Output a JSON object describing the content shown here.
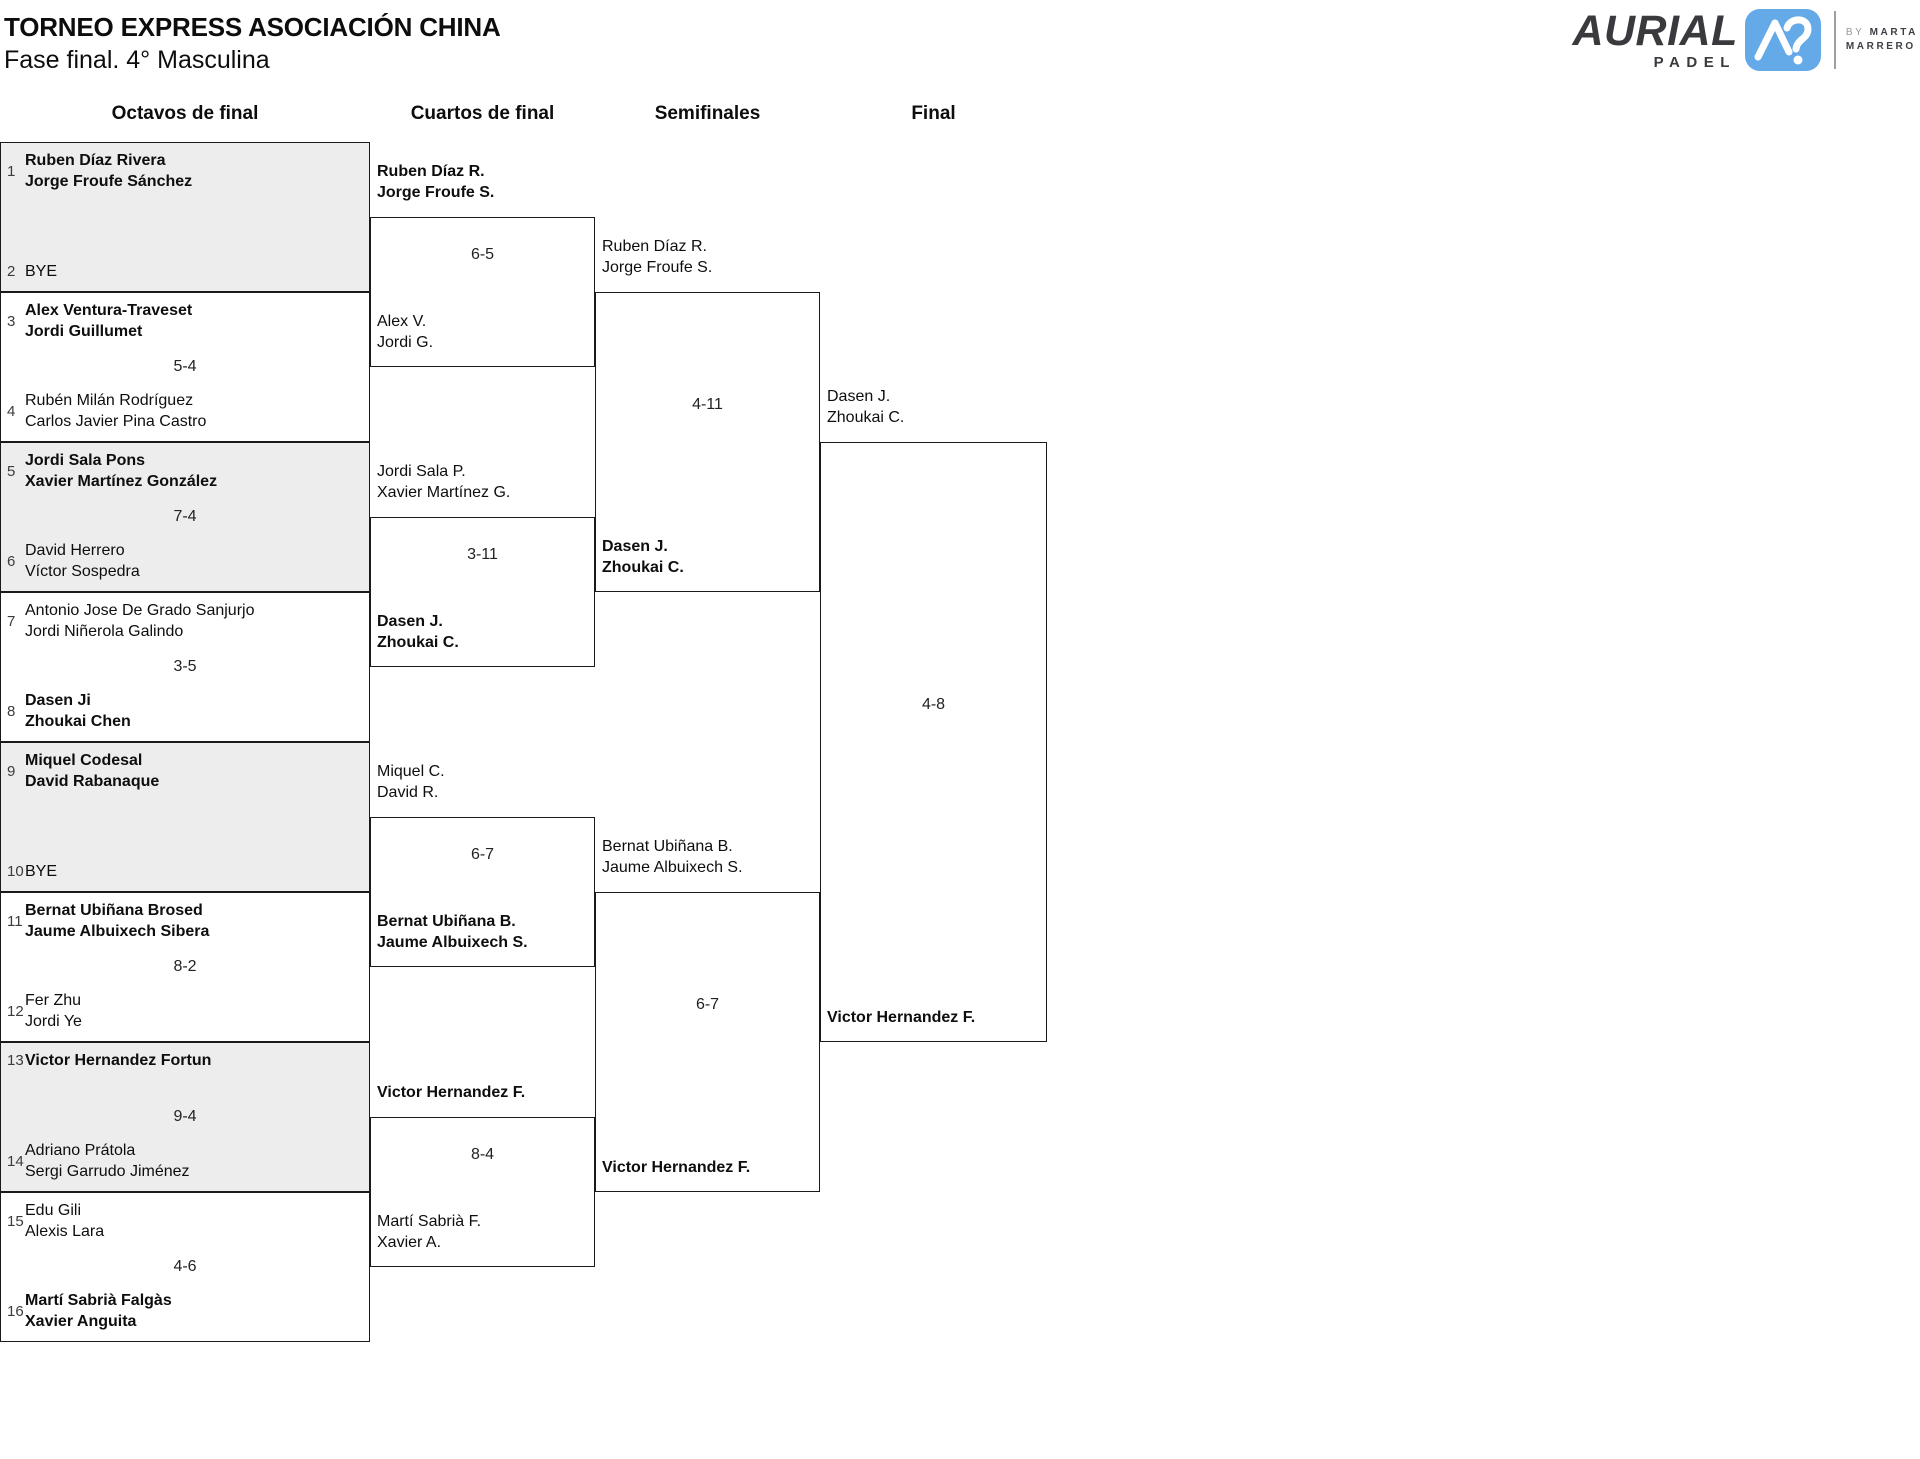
{
  "header": {
    "title": "TORNEO EXPRESS ASOCIACIÓN CHINA",
    "subtitle": "Fase final. 4° Masculina"
  },
  "logo": {
    "brand": "AURIAL",
    "padel": "PADEL",
    "icon": "aurial-ap-icon",
    "by_prefix": "BY",
    "by_top": "MARTA",
    "by_bottom": "MARRERO",
    "accent_color": "#64a9e8",
    "text_color": "#3a3a3e"
  },
  "round_headers": [
    "Octavos de final",
    "Cuartos de final",
    "Semifinales",
    "Final"
  ],
  "colors": {
    "shaded_box": "#ededed",
    "border": "#1a1a1a"
  },
  "r16": [
    {
      "seed_top": "1",
      "top": [
        "Ruben Díaz Rivera",
        "Jorge Froufe Sánchez"
      ],
      "top_bold": true,
      "seed_bottom": "2",
      "bottom": [
        "BYE"
      ],
      "bottom_bold": false,
      "score": "",
      "shaded": true
    },
    {
      "seed_top": "3",
      "top": [
        "Alex Ventura-Traveset",
        "Jordi Guillumet"
      ],
      "top_bold": true,
      "seed_bottom": "4",
      "bottom": [
        "Rubén Milán Rodríguez",
        "Carlos Javier Pina Castro"
      ],
      "bottom_bold": false,
      "score": "5-4",
      "shaded": false
    },
    {
      "seed_top": "5",
      "top": [
        "Jordi Sala Pons",
        "Xavier Martínez González"
      ],
      "top_bold": true,
      "seed_bottom": "6",
      "bottom": [
        "David Herrero",
        "Víctor Sospedra"
      ],
      "bottom_bold": false,
      "score": "7-4",
      "shaded": true
    },
    {
      "seed_top": "7",
      "top": [
        "Antonio Jose De Grado Sanjurjo",
        "Jordi Niñerola Galindo"
      ],
      "top_bold": false,
      "seed_bottom": "8",
      "bottom": [
        "Dasen Ji",
        "Zhoukai Chen"
      ],
      "bottom_bold": true,
      "score": "3-5",
      "shaded": false
    },
    {
      "seed_top": "9",
      "top": [
        "Miquel Codesal",
        "David Rabanaque"
      ],
      "top_bold": true,
      "seed_bottom": "10",
      "bottom": [
        "BYE"
      ],
      "bottom_bold": false,
      "score": "",
      "shaded": true
    },
    {
      "seed_top": "11",
      "top": [
        "Bernat Ubiñana Brosed",
        "Jaume Albuixech Sibera"
      ],
      "top_bold": true,
      "seed_bottom": "12",
      "bottom": [
        "Fer Zhu",
        "Jordi Ye"
      ],
      "bottom_bold": false,
      "score": "8-2",
      "shaded": false
    },
    {
      "seed_top": "13",
      "top": [
        "Victor Hernandez Fortun"
      ],
      "top_bold": true,
      "seed_bottom": "14",
      "bottom": [
        "Adriano Prátola",
        "Sergi Garrudo Jiménez"
      ],
      "bottom_bold": false,
      "score": "9-4",
      "shaded": true
    },
    {
      "seed_top": "15",
      "top": [
        "Edu Gili",
        "Alexis Lara"
      ],
      "top_bold": false,
      "seed_bottom": "16",
      "bottom": [
        "Martí Sabrià Falgàs",
        "Xavier Anguita"
      ],
      "bottom_bold": true,
      "score": "4-6",
      "shaded": false
    }
  ],
  "qf": [
    {
      "top": [
        "Ruben Díaz R.",
        "Jorge Froufe S."
      ],
      "top_bold": true,
      "bottom": [
        "Alex V.",
        "Jordi G."
      ],
      "bottom_bold": false,
      "score": "6-5"
    },
    {
      "top": [
        "Jordi Sala P.",
        "Xavier Martínez G."
      ],
      "top_bold": false,
      "bottom": [
        "Dasen J.",
        "Zhoukai C."
      ],
      "bottom_bold": true,
      "score": "3-11"
    },
    {
      "top": [
        "Miquel C.",
        "David R."
      ],
      "top_bold": false,
      "bottom": [
        "Bernat Ubiñana B.",
        "Jaume Albuixech S."
      ],
      "bottom_bold": true,
      "score": "6-7"
    },
    {
      "top": [
        "Victor Hernandez F."
      ],
      "top_bold": true,
      "bottom": [
        "Martí Sabrià F.",
        "Xavier A."
      ],
      "bottom_bold": false,
      "score": "8-4"
    }
  ],
  "sf": [
    {
      "top": [
        "Ruben Díaz R.",
        "Jorge Froufe S."
      ],
      "top_bold": false,
      "bottom": [
        "Dasen J.",
        "Zhoukai C."
      ],
      "bottom_bold": true,
      "score": "4-11"
    },
    {
      "top": [
        "Bernat Ubiñana B.",
        "Jaume Albuixech S."
      ],
      "top_bold": false,
      "bottom": [
        "Victor Hernandez F."
      ],
      "bottom_bold": true,
      "score": "6-7"
    }
  ],
  "final": {
    "top": [
      "Dasen J.",
      "Zhoukai C."
    ],
    "top_bold": false,
    "bottom": [
      "Victor Hernandez F."
    ],
    "bottom_bold": true,
    "score": "4-8"
  }
}
